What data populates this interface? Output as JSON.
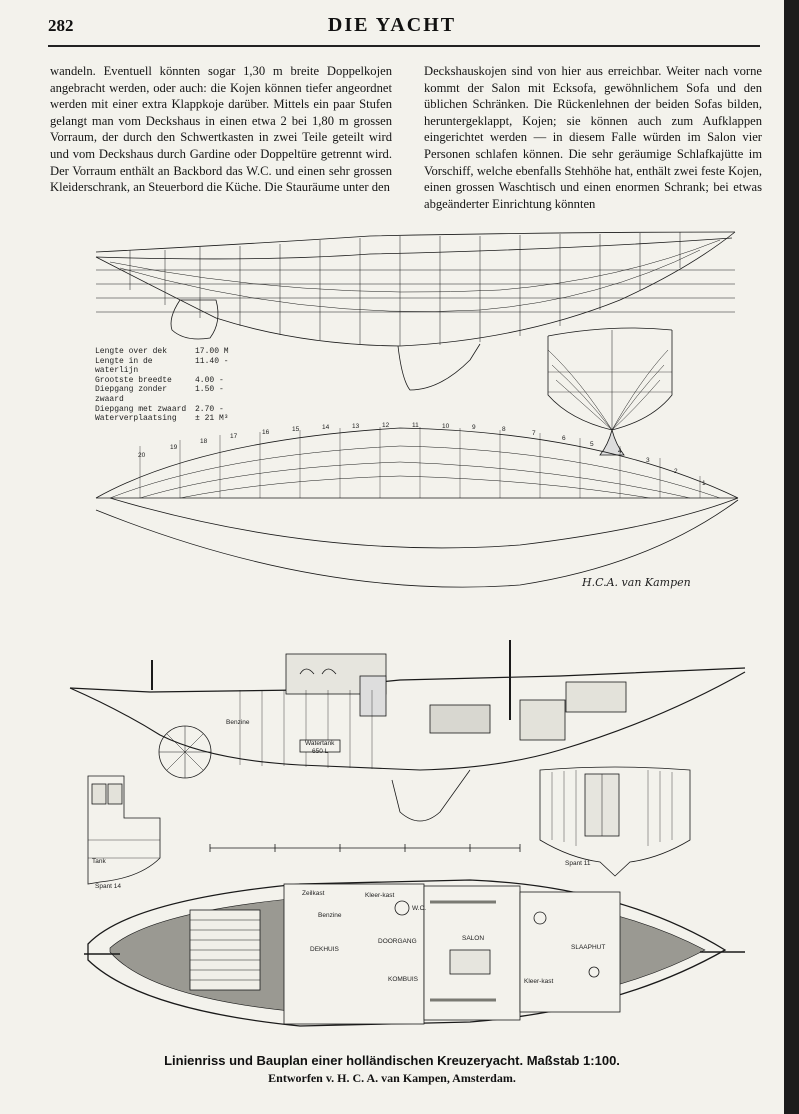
{
  "header": {
    "page_number": "282",
    "title": "DIE YACHT"
  },
  "text": {
    "left_column": "wandeln. Eventuell könnten sogar 1,30 m breite Doppelkojen angebracht werden, oder auch: die Kojen können tiefer angeordnet werden mit einer extra Klappkoje darüber. Mittels ein paar Stufen gelangt man vom Deckshaus in einen etwa 2 bei 1,80 m grossen Vorraum, der durch den Schwertkasten in zwei Teile geteilt wird und vom Deckshaus durch Gardine oder Doppeltüre getrennt wird. Der Vorraum enthält an Backbord das W.C. und einen sehr grossen Kleiderschrank, an Steuerbord die Küche. Die Stauräume unter den",
    "right_column": "Deckshauskojen sind von hier aus erreichbar. Weiter nach vorne kommt der Salon mit Ecksofa, gewöhnlichem Sofa und den üblichen Schränken. Die Rückenlehnen der beiden Sofas bilden, heruntergeklappt, Kojen; sie können auch zum Aufklappen eingerichtet werden — in diesem Falle würden im Salon vier Personen schlafen können. Die sehr geräumige Schlafkajütte im Vorschiff, welche ebenfalls Stehhöhe hat, enthält zwei feste Kojen, einen grossen Waschtisch und einen enormen Schrank; bei etwas abgeänderter Einrichtung könnten"
  },
  "dimensions": [
    {
      "label": "Lengte over dek",
      "value": "17.00 M"
    },
    {
      "label": "Lengte in de waterlijn",
      "value": "11.40 -"
    },
    {
      "label": "Grootste breedte",
      "value": "4.00 -"
    },
    {
      "label": "Diepgang zonder zwaard",
      "value": "1.50 -"
    },
    {
      "label": "Diepgang met zwaard",
      "value": "2.70 -"
    },
    {
      "label": "Waterverplaatsing",
      "value": "± 21 M³"
    }
  ],
  "station_numbers": [
    "20",
    "19",
    "18",
    "17",
    "16",
    "15",
    "14",
    "13",
    "12",
    "11",
    "10",
    "9",
    "8",
    "7",
    "6",
    "5",
    "4",
    "3",
    "2",
    "1"
  ],
  "profile_labels": {
    "benzine": "Benzine",
    "watertank": "Watertank",
    "watertank_cap": "650 L",
    "spant14": "Spant 14",
    "spant11": "Spant 11",
    "tank": "Tank"
  },
  "deck_labels": {
    "zeilkast": "Zeilkast",
    "benzine": "Benzine",
    "wc": "W.C.",
    "kleerkast1": "Kleer-kast",
    "kleerkast2": "Kleer-kast",
    "dekhuis": "DEKHUIS",
    "doorgang": "DOORGANG",
    "kombuis": "KOMBUIS",
    "salon": "SALON",
    "slaaphut": "SLAAPHUT"
  },
  "signature": "H.C.A. van Kampen",
  "caption": {
    "line1": "Linienriss und Bauplan einer holländischen Kreuzeryacht. Maßstab 1:100.",
    "line2": "Entworfen v. H. C. A. van Kampen, Amsterdam."
  }
}
